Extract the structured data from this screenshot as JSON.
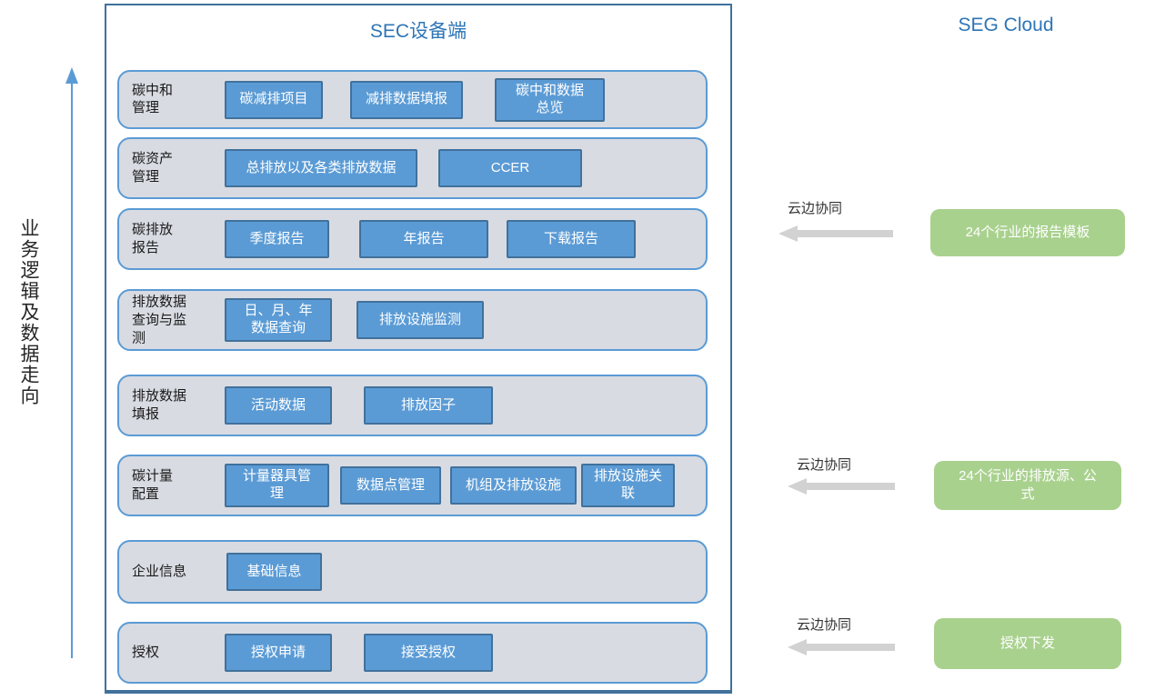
{
  "left_panel": {
    "vertical_label": "业务逻辑及数据走向"
  },
  "device_panel": {
    "title": "SEC设备端",
    "rows": [
      {
        "label": "碳中和\n管理",
        "buttons": [
          "碳减排项目",
          "减排数据填报",
          "碳中和数据\n总览"
        ]
      },
      {
        "label": "碳资产\n管理",
        "buttons": [
          "总排放以及各类排放数据",
          "CCER"
        ]
      },
      {
        "label": "碳排放\n报告",
        "buttons": [
          "季度报告",
          "年报告",
          "下载报告"
        ]
      },
      {
        "label": "排放数据\n查询与监\n测",
        "buttons": [
          "日、月、年\n数据查询",
          "排放设施监测"
        ]
      },
      {
        "label": "排放数据\n填报",
        "buttons": [
          "活动数据",
          "排放因子"
        ]
      },
      {
        "label": "碳计量\n配置",
        "buttons": [
          "计量器具管\n理",
          "数据点管理",
          "机组及排放设施",
          "排放设施关\n联"
        ]
      },
      {
        "label": "企业信息",
        "buttons": [
          "基础信息"
        ]
      },
      {
        "label": "授权",
        "buttons": [
          "授权申请",
          "接受授权"
        ]
      }
    ]
  },
  "cloud_panel": {
    "title": "SEG Cloud",
    "links": [
      {
        "arrow_label": "云边协同",
        "box_label": "24个行业的报告模板"
      },
      {
        "arrow_label": "云边协同",
        "box_label": "24个行业的排放源、公\n式"
      },
      {
        "arrow_label": "云边协同",
        "box_label": "授权下发"
      }
    ]
  },
  "colors": {
    "accent_blue": "#2E75B6",
    "button_fill": "#5B9BD5",
    "button_border": "#41719C",
    "row_fill": "#D8DBE2",
    "row_border": "#5B9BD5",
    "green_fill": "#A9D18E",
    "arrow_gray": "#D2D2D2"
  }
}
